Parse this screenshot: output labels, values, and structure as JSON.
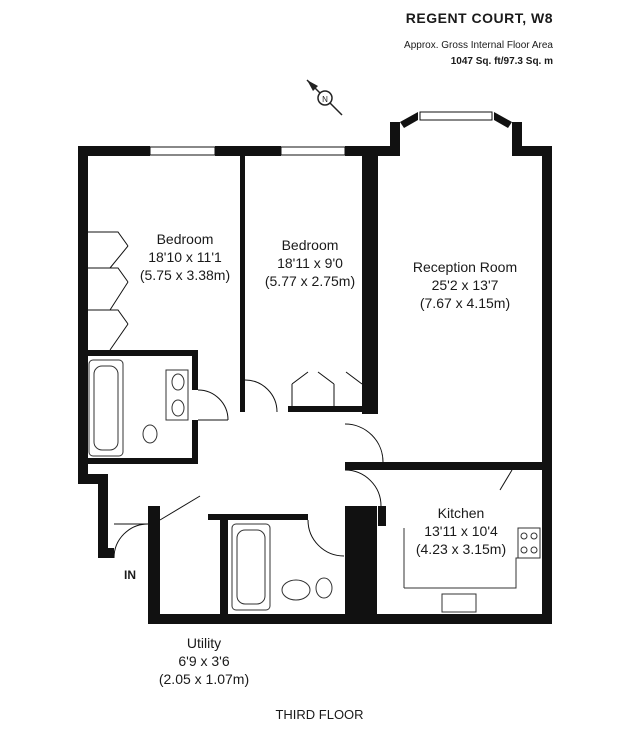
{
  "header": {
    "title": "REGENT COURT, W8",
    "subtitle": "Approx. Gross Internal Floor Area",
    "area": "1047 Sq. ft/97.3 Sq. m"
  },
  "compass": {
    "letter": "N",
    "icon": "compass-icon"
  },
  "rooms": [
    {
      "key": "bedroom1",
      "name": "Bedroom",
      "imperial": "18'10 x 11'1",
      "metric": "(5.75 x 3.38m)"
    },
    {
      "key": "bedroom2",
      "name": "Bedroom",
      "imperial": "18'11 x 9'0",
      "metric": "(5.77 x 2.75m)"
    },
    {
      "key": "reception",
      "name": "Reception Room",
      "imperial": "25'2 x 13'7",
      "metric": "(7.67 x 4.15m)"
    },
    {
      "key": "kitchen",
      "name": "Kitchen",
      "imperial": "13'11 x 10'4",
      "metric": "(4.23 x 3.15m)"
    },
    {
      "key": "utility",
      "name": "Utility",
      "imperial": "6'9 x 3'6",
      "metric": "(2.05 x 1.07m)"
    }
  ],
  "entrance_label": "IN",
  "floor_label": "THIRD FLOOR"
}
